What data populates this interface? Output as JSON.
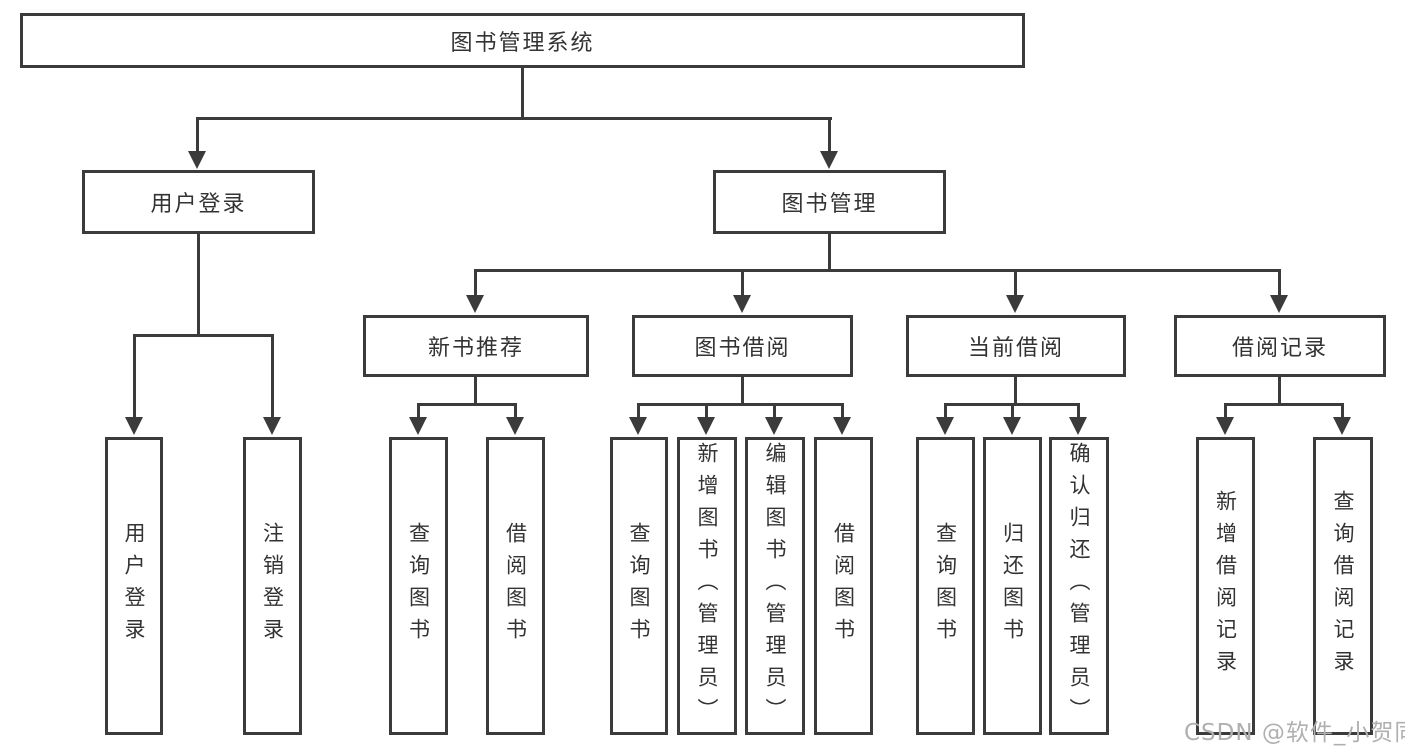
{
  "root": {
    "label": "图书管理系统"
  },
  "branches": [
    {
      "label": "用户登录",
      "children": [
        {
          "label": "用户登录"
        },
        {
          "label": "注销登录"
        }
      ]
    },
    {
      "label": "图书管理",
      "children": [
        {
          "label": "新书推荐",
          "children": [
            {
              "label": "查询图书"
            },
            {
              "label": "借阅图书"
            }
          ]
        },
        {
          "label": "图书借阅",
          "children": [
            {
              "label": "查询图书"
            },
            {
              "label": "新增图书（管理员）"
            },
            {
              "label": "编辑图书（管理员）"
            },
            {
              "label": "借阅图书"
            }
          ]
        },
        {
          "label": "当前借阅",
          "children": [
            {
              "label": "查询图书"
            },
            {
              "label": "归还图书"
            },
            {
              "label": "确认归还（管理员）"
            }
          ]
        },
        {
          "label": "借阅记录",
          "children": [
            {
              "label": "新增借阅记录"
            },
            {
              "label": "查询借阅记录"
            }
          ]
        }
      ]
    }
  ],
  "watermark": "CSDN @软件_小贺同学",
  "colors": {
    "line": "#3b3b3b",
    "text": "#333333",
    "watermark": "#b0b0b0",
    "background": "#ffffff"
  }
}
